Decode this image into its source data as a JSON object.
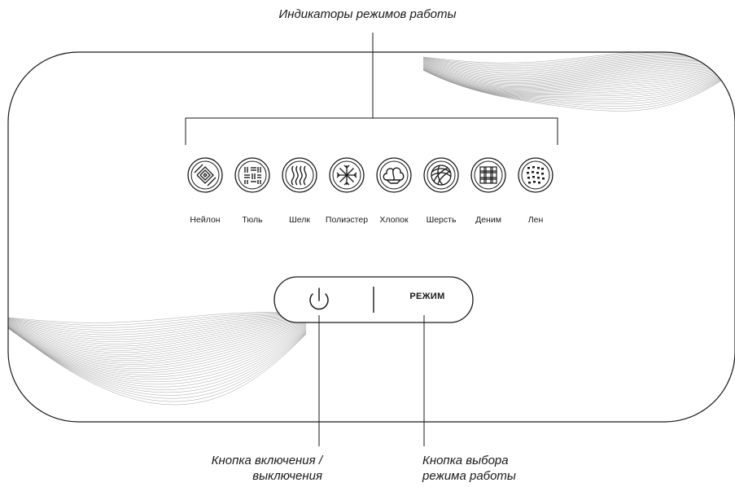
{
  "callouts": {
    "indicators": "Индикаторы режимов работы",
    "power_line1": "Кнопка включения /",
    "power_line2": "выключения",
    "mode_line1": "Кнопка выбора",
    "mode_line2": "режима работы"
  },
  "modes": [
    {
      "label": "Нейлон",
      "icon": "nylon-icon"
    },
    {
      "label": "Тюль",
      "icon": "tulle-icon"
    },
    {
      "label": "Шелк",
      "icon": "silk-icon"
    },
    {
      "label": "Полиэстер",
      "icon": "polyester-icon"
    },
    {
      "label": "Хлопок",
      "icon": "cotton-icon"
    },
    {
      "label": "Шерсть",
      "icon": "wool-icon"
    },
    {
      "label": "Деним",
      "icon": "denim-icon"
    },
    {
      "label": "Лен",
      "icon": "linen-icon"
    }
  ],
  "buttons": {
    "power_icon": "power-icon",
    "mode_label": "РЕЖИМ"
  },
  "colors": {
    "line": "#1a1a1a",
    "wave": "#9a9a9a"
  }
}
